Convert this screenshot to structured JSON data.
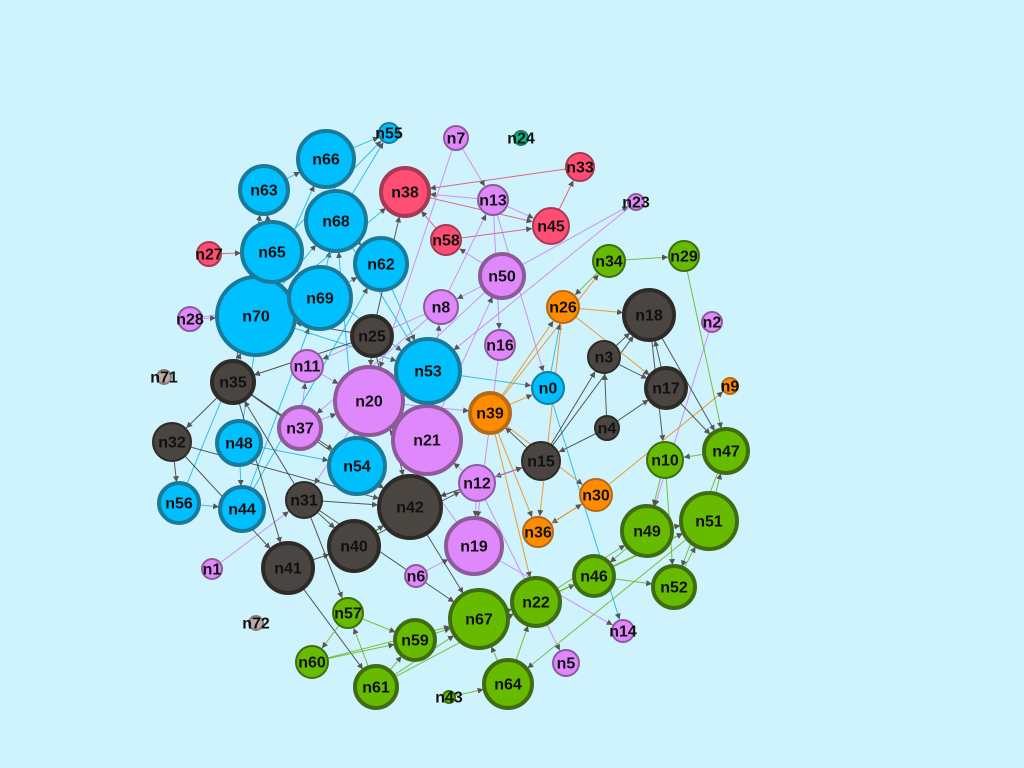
{
  "colors": {
    "background": "#cff3fc",
    "groups": {
      "blue": {
        "fill": "#00bfff",
        "stroke": "#1a7a9a",
        "edge": "#17b4e6"
      },
      "pink": {
        "fill": "#df88fb",
        "stroke": "#8e5a99",
        "edge": "#cf7fea"
      },
      "dark": {
        "fill": "#4a4540",
        "stroke": "#2e2a26",
        "edge": "#3f3b37"
      },
      "orange": {
        "fill": "#ff8c00",
        "stroke": "#b56a18",
        "edge": "#f08a10"
      },
      "green": {
        "fill": "#66bb00",
        "stroke": "#3f6e12",
        "edge": "#67b51a"
      },
      "red": {
        "fill": "#ff4d73",
        "stroke": "#a63a52",
        "edge": "#e8476c"
      },
      "teal": {
        "fill": "#00bb88",
        "stroke": "#1f7a5e",
        "edge": "#10a87a"
      },
      "gray": {
        "fill": "#b9aaa6",
        "stroke": "#8a7e7a",
        "edge": "#9a8e8a"
      }
    }
  },
  "nodes": [
    {
      "id": "n0",
      "label": "n0",
      "group": "blue"
    },
    {
      "id": "n1",
      "label": "n1",
      "group": "pink"
    },
    {
      "id": "n2",
      "label": "n2",
      "group": "pink"
    },
    {
      "id": "n3",
      "label": "n3",
      "group": "dark"
    },
    {
      "id": "n4",
      "label": "n4",
      "group": "dark"
    },
    {
      "id": "n5",
      "label": "n5",
      "group": "pink"
    },
    {
      "id": "n6",
      "label": "n6",
      "group": "pink"
    },
    {
      "id": "n7",
      "label": "n7",
      "group": "pink"
    },
    {
      "id": "n8",
      "label": "n8",
      "group": "pink"
    },
    {
      "id": "n9",
      "label": "n9",
      "group": "orange"
    },
    {
      "id": "n10",
      "label": "n10",
      "group": "green"
    },
    {
      "id": "n11",
      "label": "n11",
      "group": "pink"
    },
    {
      "id": "n12",
      "label": "n12",
      "group": "pink"
    },
    {
      "id": "n13",
      "label": "n13",
      "group": "pink"
    },
    {
      "id": "n14",
      "label": "n14",
      "group": "pink"
    },
    {
      "id": "n15",
      "label": "n15",
      "group": "dark"
    },
    {
      "id": "n16",
      "label": "n16",
      "group": "pink"
    },
    {
      "id": "n17",
      "label": "n17",
      "group": "dark"
    },
    {
      "id": "n18",
      "label": "n18",
      "group": "dark"
    },
    {
      "id": "n19",
      "label": "n19",
      "group": "pink"
    },
    {
      "id": "n20",
      "label": "n20",
      "group": "pink"
    },
    {
      "id": "n21",
      "label": "n21",
      "group": "pink"
    },
    {
      "id": "n22",
      "label": "n22",
      "group": "green"
    },
    {
      "id": "n23",
      "label": "n23",
      "group": "pink"
    },
    {
      "id": "n24",
      "label": "n24",
      "group": "teal"
    },
    {
      "id": "n25",
      "label": "n25",
      "group": "dark"
    },
    {
      "id": "n26",
      "label": "n26",
      "group": "orange"
    },
    {
      "id": "n27",
      "label": "n27",
      "group": "red"
    },
    {
      "id": "n28",
      "label": "n28",
      "group": "pink"
    },
    {
      "id": "n29",
      "label": "n29",
      "group": "green"
    },
    {
      "id": "n30",
      "label": "n30",
      "group": "orange"
    },
    {
      "id": "n31",
      "label": "n31",
      "group": "dark"
    },
    {
      "id": "n32",
      "label": "n32",
      "group": "dark"
    },
    {
      "id": "n33",
      "label": "n33",
      "group": "red"
    },
    {
      "id": "n34",
      "label": "n34",
      "group": "green"
    },
    {
      "id": "n35",
      "label": "n35",
      "group": "dark"
    },
    {
      "id": "n36",
      "label": "n36",
      "group": "orange"
    },
    {
      "id": "n37",
      "label": "n37",
      "group": "pink"
    },
    {
      "id": "n38",
      "label": "n38",
      "group": "red"
    },
    {
      "id": "n39",
      "label": "n39",
      "group": "orange"
    },
    {
      "id": "n40",
      "label": "n40",
      "group": "dark"
    },
    {
      "id": "n41",
      "label": "n41",
      "group": "dark"
    },
    {
      "id": "n42",
      "label": "n42",
      "group": "dark"
    },
    {
      "id": "n43",
      "label": "n43",
      "group": "green"
    },
    {
      "id": "n44",
      "label": "n44",
      "group": "blue"
    },
    {
      "id": "n45",
      "label": "n45",
      "group": "red"
    },
    {
      "id": "n46",
      "label": "n46",
      "group": "green"
    },
    {
      "id": "n47",
      "label": "n47",
      "group": "green"
    },
    {
      "id": "n48",
      "label": "n48",
      "group": "blue"
    },
    {
      "id": "n49",
      "label": "n49",
      "group": "green"
    },
    {
      "id": "n50",
      "label": "n50",
      "group": "pink"
    },
    {
      "id": "n51",
      "label": "n51",
      "group": "green"
    },
    {
      "id": "n52",
      "label": "n52",
      "group": "green"
    },
    {
      "id": "n53",
      "label": "n53",
      "group": "blue"
    },
    {
      "id": "n54",
      "label": "n54",
      "group": "blue"
    },
    {
      "id": "n55",
      "label": "n55",
      "group": "blue"
    },
    {
      "id": "n56",
      "label": "n56",
      "group": "blue"
    },
    {
      "id": "n57",
      "label": "n57",
      "group": "green"
    },
    {
      "id": "n58",
      "label": "n58",
      "group": "red"
    },
    {
      "id": "n59",
      "label": "n59",
      "group": "green"
    },
    {
      "id": "n60",
      "label": "n60",
      "group": "green"
    },
    {
      "id": "n61",
      "label": "n61",
      "group": "green"
    },
    {
      "id": "n62",
      "label": "n62",
      "group": "blue"
    },
    {
      "id": "n63",
      "label": "n63",
      "group": "blue"
    },
    {
      "id": "n64",
      "label": "n64",
      "group": "green"
    },
    {
      "id": "n65",
      "label": "n65",
      "group": "blue"
    },
    {
      "id": "n66",
      "label": "n66",
      "group": "blue"
    },
    {
      "id": "n67",
      "label": "n67",
      "group": "green"
    },
    {
      "id": "n68",
      "label": "n68",
      "group": "blue"
    },
    {
      "id": "n69",
      "label": "n69",
      "group": "blue"
    },
    {
      "id": "n70",
      "label": "n70",
      "group": "blue"
    },
    {
      "id": "n71",
      "label": "n71",
      "group": "gray"
    },
    {
      "id": "n72",
      "label": "n72",
      "group": "gray"
    }
  ],
  "edges": [
    [
      "n65",
      "n55"
    ],
    [
      "n68",
      "n55"
    ],
    [
      "n66",
      "n55"
    ],
    [
      "n63",
      "n66"
    ],
    [
      "n65",
      "n63"
    ],
    [
      "n70",
      "n65"
    ],
    [
      "n69",
      "n68"
    ],
    [
      "n70",
      "n68"
    ],
    [
      "n68",
      "n62"
    ],
    [
      "n62",
      "n53"
    ],
    [
      "n69",
      "n62"
    ],
    [
      "n70",
      "n66"
    ],
    [
      "n48",
      "n65"
    ],
    [
      "n56",
      "n70"
    ],
    [
      "n44",
      "n69"
    ],
    [
      "n54",
      "n68"
    ],
    [
      "n53",
      "n0"
    ],
    [
      "n0",
      "n14"
    ],
    [
      "n13",
      "n0"
    ],
    [
      "n48",
      "n44"
    ],
    [
      "n56",
      "n44"
    ],
    [
      "n48",
      "n54"
    ],
    [
      "n44",
      "n62"
    ],
    [
      "n70",
      "n53"
    ],
    [
      "n68",
      "n53"
    ],
    [
      "n35",
      "n63"
    ],
    [
      "n65",
      "n53"
    ],
    [
      "n38",
      "n45"
    ],
    [
      "n45",
      "n33"
    ],
    [
      "n33",
      "n38"
    ],
    [
      "n58",
      "n38"
    ],
    [
      "n70",
      "n38"
    ],
    [
      "n27",
      "n65"
    ],
    [
      "n58",
      "n45"
    ],
    [
      "n25",
      "n38"
    ],
    [
      "n13",
      "n38"
    ],
    [
      "n7",
      "n13"
    ],
    [
      "n7",
      "n20"
    ],
    [
      "n13",
      "n45"
    ],
    [
      "n13",
      "n16"
    ],
    [
      "n8",
      "n13"
    ],
    [
      "n50",
      "n23"
    ],
    [
      "n50",
      "n8"
    ],
    [
      "n8",
      "n11"
    ],
    [
      "n20",
      "n21"
    ],
    [
      "n21",
      "n50"
    ],
    [
      "n11",
      "n20"
    ],
    [
      "n37",
      "n20"
    ],
    [
      "n28",
      "n70"
    ],
    [
      "n37",
      "n11"
    ],
    [
      "n12",
      "n21"
    ],
    [
      "n19",
      "n20"
    ],
    [
      "n6",
      "n19"
    ],
    [
      "n1",
      "n31"
    ],
    [
      "n50",
      "n20"
    ],
    [
      "n21",
      "n8"
    ],
    [
      "n16",
      "n19"
    ],
    [
      "n12",
      "n19"
    ],
    [
      "n12",
      "n5"
    ],
    [
      "n19",
      "n14"
    ],
    [
      "n2",
      "n49"
    ],
    [
      "n8",
      "n37"
    ],
    [
      "n28",
      "n69"
    ],
    [
      "n23",
      "n53"
    ],
    [
      "n12",
      "n42"
    ],
    [
      "n50",
      "n58"
    ],
    [
      "n25",
      "n70"
    ],
    [
      "n25",
      "n35"
    ],
    [
      "n35",
      "n32"
    ],
    [
      "n32",
      "n56"
    ],
    [
      "n35",
      "n41"
    ],
    [
      "n32",
      "n41"
    ],
    [
      "n31",
      "n40"
    ],
    [
      "n41",
      "n40"
    ],
    [
      "n31",
      "n42"
    ],
    [
      "n40",
      "n42"
    ],
    [
      "n42",
      "n15"
    ],
    [
      "n15",
      "n3"
    ],
    [
      "n3",
      "n18"
    ],
    [
      "n17",
      "n18"
    ],
    [
      "n4",
      "n3"
    ],
    [
      "n4",
      "n17"
    ],
    [
      "n15",
      "n18"
    ],
    [
      "n18",
      "n10"
    ],
    [
      "n3",
      "n17"
    ],
    [
      "n32",
      "n42"
    ],
    [
      "n25",
      "n42"
    ],
    [
      "n31",
      "n67"
    ],
    [
      "n41",
      "n61"
    ],
    [
      "n40",
      "n12"
    ],
    [
      "n35",
      "n42"
    ],
    [
      "n39",
      "n34"
    ],
    [
      "n15",
      "n12"
    ],
    [
      "n20",
      "n31"
    ],
    [
      "n31",
      "n57"
    ],
    [
      "n35",
      "n54"
    ],
    [
      "n42",
      "n67"
    ],
    [
      "n12",
      "n15"
    ],
    [
      "n4",
      "n15"
    ],
    [
      "n25",
      "n20"
    ],
    [
      "n31",
      "n35"
    ],
    [
      "n39",
      "n26"
    ],
    [
      "n26",
      "n18"
    ],
    [
      "n26",
      "n17"
    ],
    [
      "n0",
      "n26"
    ],
    [
      "n39",
      "n36"
    ],
    [
      "n39",
      "n30"
    ],
    [
      "n30",
      "n9"
    ],
    [
      "n30",
      "n36"
    ],
    [
      "n26",
      "n36"
    ],
    [
      "n39",
      "n0"
    ],
    [
      "n15",
      "n39"
    ],
    [
      "n20",
      "n39"
    ],
    [
      "n34",
      "n29"
    ],
    [
      "n29",
      "n47"
    ],
    [
      "n34",
      "n26"
    ],
    [
      "n47",
      "n10"
    ],
    [
      "n10",
      "n49"
    ],
    [
      "n49",
      "n51"
    ],
    [
      "n51",
      "n47"
    ],
    [
      "n46",
      "n51"
    ],
    [
      "n52",
      "n51"
    ],
    [
      "n46",
      "n52"
    ],
    [
      "n22",
      "n46"
    ],
    [
      "n22",
      "n49"
    ],
    [
      "n67",
      "n22"
    ],
    [
      "n64",
      "n22"
    ],
    [
      "n59",
      "n67"
    ],
    [
      "n61",
      "n67"
    ],
    [
      "n60",
      "n59"
    ],
    [
      "n57",
      "n59"
    ],
    [
      "n61",
      "n59"
    ],
    [
      "n60",
      "n67"
    ],
    [
      "n61",
      "n22"
    ],
    [
      "n64",
      "n67"
    ],
    [
      "n57",
      "n60"
    ],
    [
      "n43",
      "n64"
    ],
    [
      "n47",
      "n52"
    ],
    [
      "n10",
      "n52"
    ],
    [
      "n49",
      "n46"
    ],
    [
      "n22",
      "n51"
    ],
    [
      "n17",
      "n47"
    ],
    [
      "n51",
      "n64"
    ],
    [
      "n18",
      "n47"
    ],
    [
      "n61",
      "n57"
    ],
    [
      "n39",
      "n22"
    ],
    [
      "n36",
      "n30"
    ]
  ]
}
